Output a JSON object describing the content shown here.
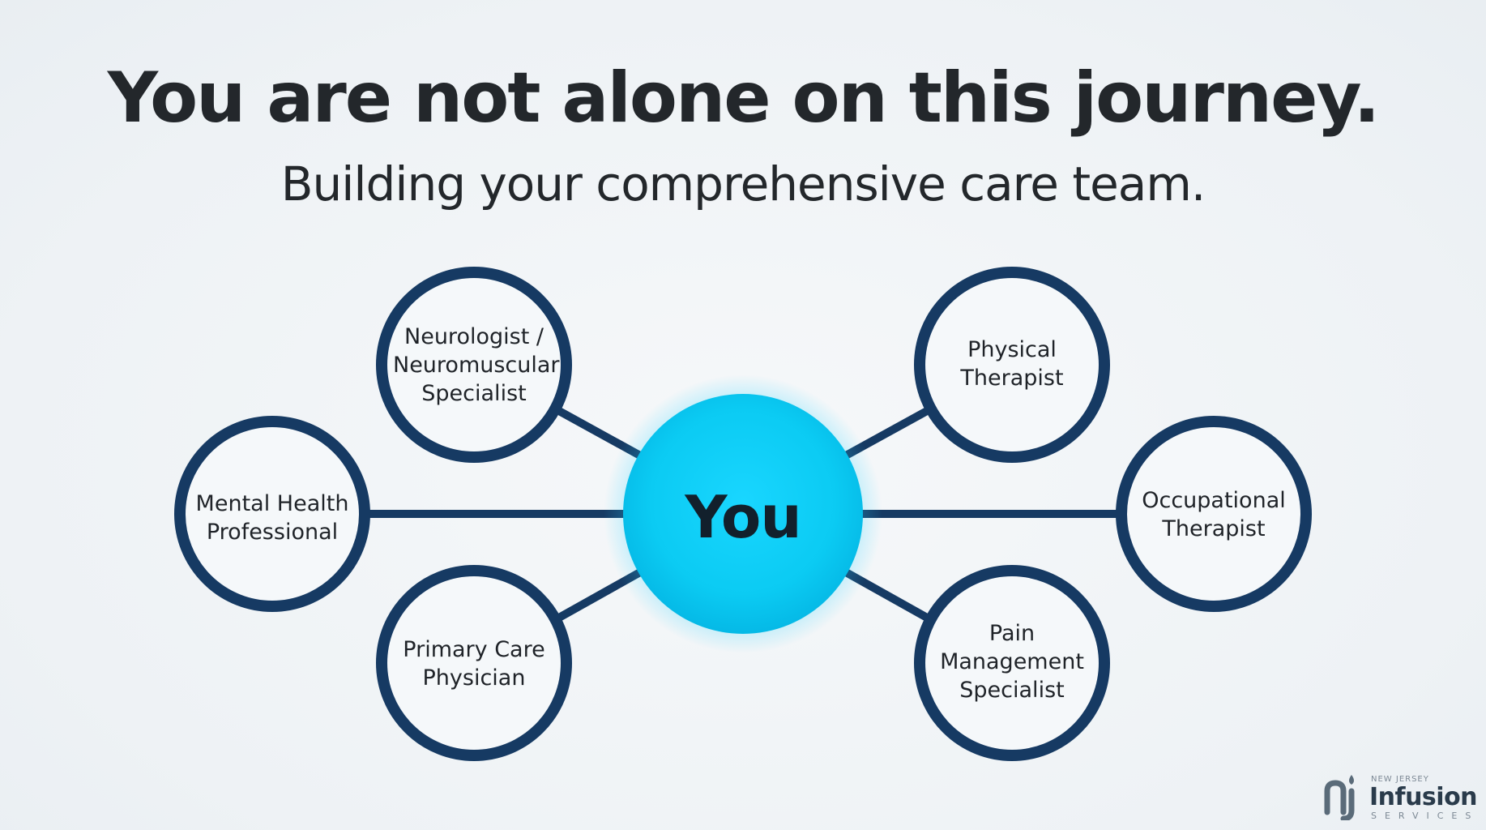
{
  "header": {
    "title": "You are not alone on this journey.",
    "subtitle": "Building your comprehensive care team."
  },
  "diagram": {
    "center": {
      "label": "You",
      "color": "#0bcbf3"
    },
    "ring_color": "#163a63",
    "nodes": [
      {
        "id": "neurologist",
        "label": "Neurologist /\nNeuromuscular\nSpecialist"
      },
      {
        "id": "physical-therapist",
        "label": "Physical\nTherapist"
      },
      {
        "id": "mental-health",
        "label": "Mental Health\nProfessional"
      },
      {
        "id": "occupational-therapist",
        "label": "Occupational\nTherapist"
      },
      {
        "id": "primary-care",
        "label": "Primary Care\nPhysician"
      },
      {
        "id": "pain-management",
        "label": "Pain\nManagement\nSpecialist"
      }
    ]
  },
  "logo": {
    "small": "NEW JERSEY",
    "main": "Infusion",
    "sub": "SERVICES"
  }
}
